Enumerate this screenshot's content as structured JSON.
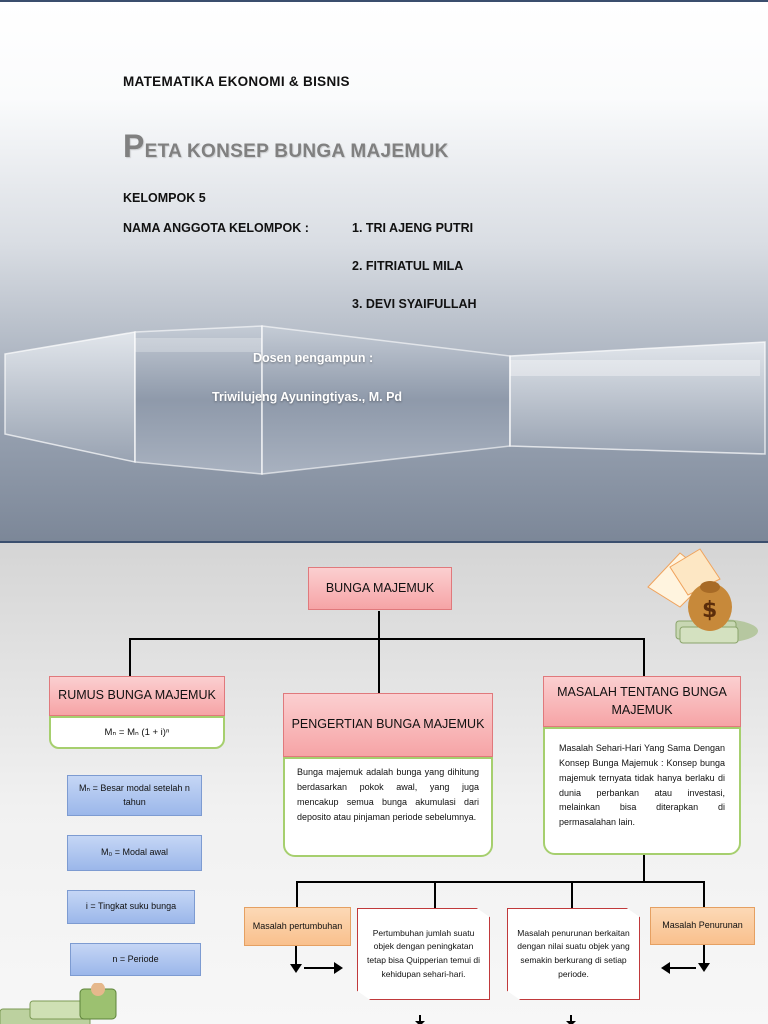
{
  "slide1": {
    "course": "MATEMATIKA EKONOMI & BISNIS",
    "title_first": "P",
    "title_rest": "ETA KONSEP BUNGA MAJEMUK",
    "group": "KELOMPOK 5",
    "members_label": "NAMA ANGGOTA KELOMPOK :",
    "members": [
      "1. TRI AJENG PUTRI",
      "2. FITRIATUL MILA",
      "3. DEVI SYAIFULLAH"
    ],
    "lecturer_label": "Dosen pengampun :",
    "lecturer_name": "Triwilujeng Ayuningtiyas., M. Pd"
  },
  "slide2": {
    "root": "BUNGA MAJEMUK",
    "left": {
      "header": "RUMUS BUNGA MAJEMUK",
      "formula_main": "Mₙ = Mₙ (1 + i)ⁿ",
      "items": [
        "Mₙ = Besar modal setelah n tahun",
        "M₀ = Modal awal",
        "i = Tingkat suku bunga",
        "n = Periode"
      ]
    },
    "middle": {
      "header": "PENGERTIAN BUNGA MAJEMUK",
      "body": "Bunga majemuk adalah bunga yang dihitung berdasarkan pokok awal, yang juga mencakup semua bunga akumulasi dari deposito atau pinjaman periode sebelumnya."
    },
    "right": {
      "header": "MASALAH TENTANG BUNGA MAJEMUK",
      "body": "Masalah Sehari-Hari Yang Sama Dengan Konsep Bunga Majemuk : Konsep bunga majemuk ternyata tidak hanya berlaku di dunia perbankan atau investasi, melainkan bisa diterapkan di permasalahan lain."
    },
    "growth_label": "Masalah pertumbuhan",
    "growth_body": "Pertumbuhan jumlah suatu objek dengan peningkatan tetap bisa Quipperian temui di kehidupan sehari-hari.",
    "decline_body": "Masalah penurunan berkaitan dengan nilai suatu objek yang semakin berkurang di setiap periode.",
    "decline_label": "Masalah Penurunan"
  }
}
